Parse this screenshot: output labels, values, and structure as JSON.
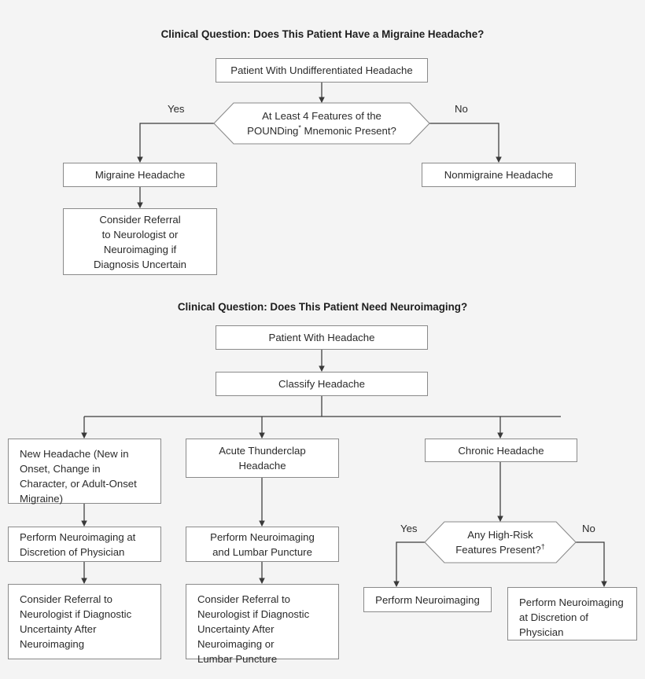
{
  "page": {
    "background_color": "#f4f4f4",
    "box_border_color": "#8a8a8a",
    "box_fill_color": "#ffffff",
    "text_color": "#2b2b2b",
    "connector_color": "#3a3a3a"
  },
  "sections": [
    {
      "title": "Clinical Question: Does This Patient Have a Migraine Headache?"
    },
    {
      "title": "Clinical Question: Does This Patient Need Neuroimaging?"
    }
  ],
  "section1": {
    "title": "Clinical Question: Does This Patient Have a Migraine Headache?",
    "start": "Patient With Undifferentiated Headache",
    "decision_line1": "At Least 4 Features of the",
    "decision_line2": "POUNDing",
    "decision_line2_sup": "*",
    "decision_line2_rest": " Mnemonic Present?",
    "label_yes": "Yes",
    "label_no": "No",
    "yes_outcome": "Migraine Headache",
    "no_outcome": "Nonmigraine Headache",
    "yes_followup": "Consider Referral\nto Neurologist or\nNeuroimaging if\nDiagnosis Uncertain"
  },
  "section2": {
    "title": "Clinical Question: Does This Patient Need Neuroimaging?",
    "start": "Patient With Headache",
    "classify": "Classify Headache",
    "branches": [
      {
        "category": "New Headache (New in\nOnset,  Change in\nCharacter, or Adult-Onset\nMigraine)",
        "action": "Perform Neuroimaging at\nDiscretion of Physician",
        "followup": "Consider Referral to\nNeurologist if Diagnostic\nUncertainty After\nNeuroimaging"
      },
      {
        "category": "Acute Thunderclap\nHeadache",
        "action": "Perform Neuroimaging\nand Lumbar Puncture",
        "followup": "Consider Referral to\nNeurologist if Diagnostic\nUncertainty After\nNeuroimaging or\nLumbar Puncture"
      },
      {
        "category": "Chronic Headache",
        "decision_line1": "Any High-Risk",
        "decision_line2": "Features Present?",
        "decision_line2_sup": "†",
        "label_yes": "Yes",
        "label_no": "No",
        "yes_outcome": "Perform Neuroimaging",
        "no_outcome": "Perform Neuroimaging\nat Discretion of\nPhysician"
      }
    ]
  }
}
